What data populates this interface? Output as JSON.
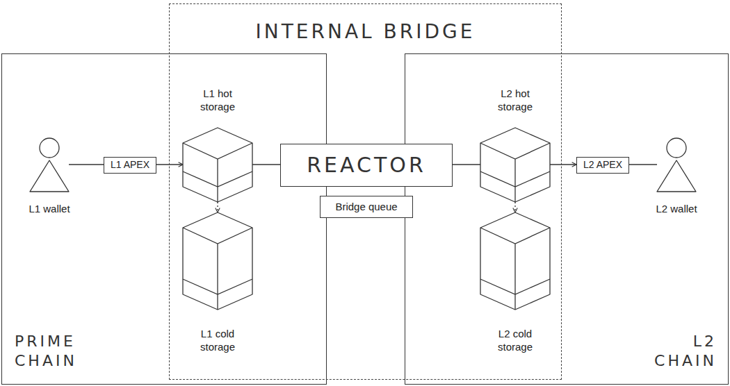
{
  "diagram": {
    "nodes": [
      {
        "text": [
          "INTERNAL BRIDGE"
        ]
      },
      {
        "text": [
          "PRIME CHAIN"
        ]
      },
      {
        "text": [
          "L2 CHAIN"
        ]
      },
      {
        "text": [
          "L1 wallet"
        ],
        "in": 1
      },
      {
        "text": [
          "L1 APEX"
        ],
        "in": 1
      },
      {
        "text": [
          "L1 hot storage"
        ],
        "in": 1
      },
      {
        "text": [
          "L1 cold storage"
        ],
        "in": 1
      },
      {
        "text": [
          "REACTOR"
        ],
        "in": 0
      },
      {
        "text": [
          "Bridge queue"
        ],
        "in": 0
      },
      {
        "text": [
          "L2 hot storage"
        ],
        "in": 2
      },
      {
        "text": [
          "L2 cold storage"
        ],
        "in": 2
      },
      {
        "text": [
          "L2 APEX"
        ],
        "in": 2
      },
      {
        "text": [
          "L2 wallet"
        ],
        "in": 2
      }
    ],
    "edges": [
      {
        "from": 3,
        "to": 4,
        "arrow": "none"
      },
      {
        "from": 4,
        "to": 5,
        "arrow": "to"
      },
      {
        "from": 5,
        "to": 6,
        "arrow": "to"
      },
      {
        "from": 5,
        "to": 7,
        "arrow": "none"
      },
      {
        "from": 7,
        "to": 9,
        "arrow": "none"
      },
      {
        "from": 9,
        "to": 10,
        "arrow": "to"
      },
      {
        "from": 9,
        "to": 11,
        "arrow": "to"
      },
      {
        "from": 11,
        "to": 12,
        "arrow": "none"
      }
    ]
  }
}
